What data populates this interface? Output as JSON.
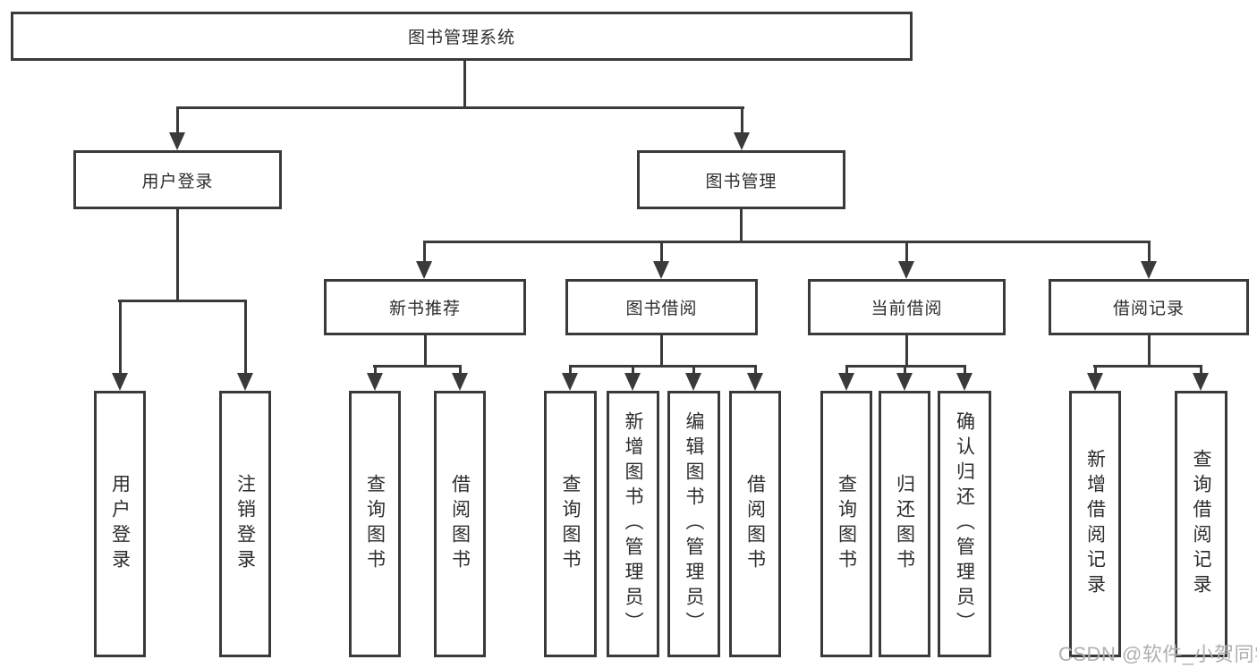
{
  "diagram": {
    "title": "图书管理系统",
    "level2": {
      "user_login": "用户登录",
      "book_management": "图书管理"
    },
    "level3": {
      "new_book_recommend": "新书推荐",
      "book_borrow": "图书借阅",
      "current_borrow": "当前借阅",
      "borrow_record": "借阅记录"
    },
    "leaves": {
      "user_login_1": "用户登录",
      "user_login_2": "注销登录",
      "new_book_1": "查询图书",
      "new_book_2": "借阅图书",
      "book_borrow_1": "查询图书",
      "book_borrow_2": "新增图书（管理员）",
      "book_borrow_3": "编辑图书（管理员）",
      "book_borrow_4": "借阅图书",
      "current_borrow_1": "查询图书",
      "current_borrow_2": "归还图书",
      "current_borrow_3": "确认归还（管理员）",
      "borrow_record_1": "新增借阅记录",
      "borrow_record_2": "查询借阅记录"
    },
    "watermark": "CSDN @软件_小贺同学",
    "colors": {
      "line": "#3a3a3a",
      "text": "#2d2d2d",
      "watermark": "#b0b0b0",
      "background": "#ffffff"
    }
  }
}
